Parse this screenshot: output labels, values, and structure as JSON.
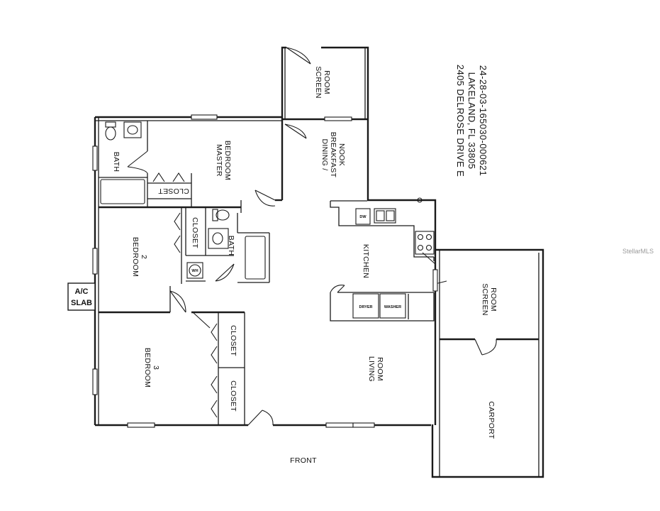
{
  "address": {
    "line1": "2405 DELROSE DRIVE E",
    "line2": "LAKELAND, FL 33805",
    "parcel": "24-28-03-165030-000621"
  },
  "rooms": {
    "screen_room_top_1": "SCREEN",
    "screen_room_top_2": "ROOM",
    "dining_1": "DINING /",
    "dining_2": "BREAKFAST",
    "dining_3": "NOOK",
    "master_1": "MASTER",
    "master_2": "BEDROOM",
    "master_bath": "BATH",
    "master_closet": "CLOSET",
    "bedroom2_1": "BEDROOM",
    "bedroom2_2": "2",
    "bedroom2_closet": "CLOSET",
    "hall_bath": "BATH",
    "kitchen": "KITCHEN",
    "bedroom3_1": "BEDROOM",
    "bedroom3_2": "3",
    "bedroom3_closet_1": "CLOSET",
    "bedroom3_closet_2": "CLOSET",
    "living_1": "LIVING",
    "living_2": "ROOM",
    "screen_room_right_1": "SCREEN",
    "screen_room_right_2": "ROOM",
    "carport": "CARPORT"
  },
  "appliances": {
    "dishwasher": "DW",
    "dryer": "DRYER",
    "washer": "WASHER",
    "water_heater": "WH"
  },
  "ac_slab": {
    "line1": "A/C",
    "line2": "SLAB"
  },
  "front_label": "FRONT",
  "watermark": "StellarMLS"
}
